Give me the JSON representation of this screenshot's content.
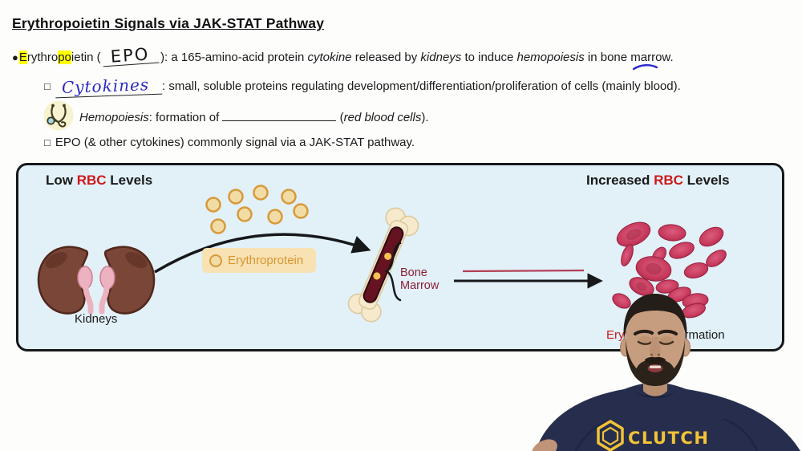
{
  "title": "Erythropoietin Signals via JAK-STAT Pathway",
  "notes": {
    "b1": {
      "bullet": "●",
      "hl1": "E",
      "t1": "rythro",
      "hl2": "po",
      "t2": "ietin (",
      "epo_handwritten": "EPO",
      "t3": "): a 165-amino-acid protein ",
      "i1": "cytokine",
      "t4": " released by ",
      "i2": "kidneys",
      "t5": " to induce ",
      "i3": "hemopoiesis",
      "t6": " in bone ",
      "t7": "marrow."
    },
    "b2": {
      "marker": "□",
      "handwritten": "Cytokines",
      "text": ": small, soluble proteins regulating development/differentiation/proliferation of cells (mainly blood)."
    },
    "b3": {
      "term": "Hemopoiesis",
      "mid": ": formation of ",
      "after_blank": " (",
      "italic": "red blood cells",
      "end": ")."
    },
    "b4": {
      "marker": "□",
      "text": "EPO (& other cytokines) commonly signal via a JAK-STAT pathway."
    }
  },
  "diagram": {
    "left_heading": {
      "w1": "Low ",
      "rbc": "RBC",
      "w2": " Levels"
    },
    "right_heading": {
      "w1": "Increased ",
      "rbc": "RBC",
      "w2": " Levels"
    },
    "kidneys_label": "Kidneys",
    "epo_molecule_label": "Erythroprotein",
    "bone_marrow_line1": "Bone",
    "bone_marrow_line2": "Marrow",
    "formation_label": {
      "red_part": "Erythrocyte",
      "black_part": " Formation"
    }
  },
  "video_overlay": {
    "shirt_text": "CLUTCH"
  },
  "icons": {
    "note_icon": "stethoscope-icon",
    "shirt_logo": "hexagon-benzene-icon"
  },
  "colors": {
    "highlight_yellow": "#ffff00",
    "rbc_text_red": "#cc1a1a",
    "handwriting_blue": "#2a2ac0",
    "diagram_bg": "#e2f0f8",
    "epo_orange": "#d9952f",
    "epo_fill": "#f2dca6",
    "epo_label_bg": "#f8e2b4",
    "bone_marrow_maroon": "#8b1f33",
    "rbc_cell_red": "#c73a5c",
    "shirt_navy": "#272e4d",
    "clutch_yellow": "#f2c335"
  }
}
